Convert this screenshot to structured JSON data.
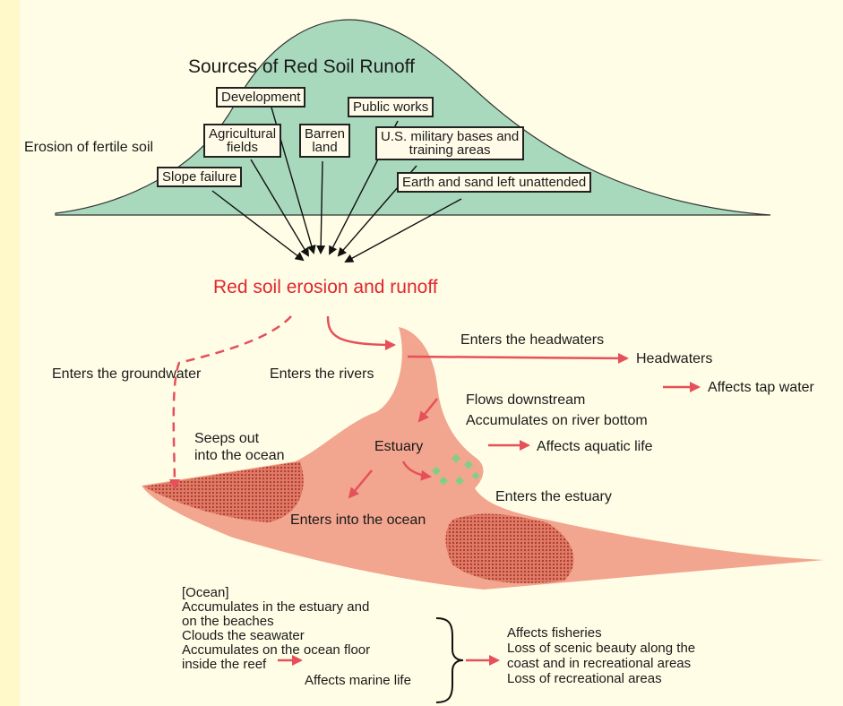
{
  "mountain": {
    "title": "Sources of Red Soil Runoff",
    "side_label": "Erosion of fertile soil",
    "sources": [
      {
        "label": "Development"
      },
      {
        "label": "Agricultural\nfields"
      },
      {
        "label": "Barren\nland"
      },
      {
        "label": "Public works"
      },
      {
        "label": "U.S. military bases and\ntraining areas"
      },
      {
        "label": "Slope failure"
      },
      {
        "label": "Earth and sand left unattended"
      }
    ]
  },
  "center": {
    "heading": "Red soil erosion and runoff"
  },
  "paths": {
    "groundwater": "Enters the groundwater",
    "rivers": "Enters the rivers",
    "headwaters_enter": "Enters the headwaters",
    "headwaters": "Headwaters",
    "tap_water": "Affects tap water",
    "flows_downstream": "Flows downstream",
    "accumulates_bottom": "Accumulates on river bottom",
    "aquatic_life": "Affects aquatic life",
    "seeps_out": "Seeps out\ninto the ocean",
    "estuary": "Estuary",
    "enters_estuary": "Enters the estuary",
    "enters_ocean": "Enters into the ocean"
  },
  "ocean": {
    "heading": "[Ocean]",
    "effects": [
      "Accumulates in the estuary and",
      "on the beaches",
      "Clouds the seawater",
      "Accumulates on the ocean floor",
      "inside the reef"
    ],
    "marine_life": "Affects marine life",
    "consequences": [
      "Affects fisheries",
      "Loss of scenic beauty along the",
      "coast and in recreational areas",
      "Loss of recreational areas"
    ]
  },
  "colors": {
    "mountain_fill": "#a8d9bd",
    "land_fill": "#f2a58f",
    "sediment": "#c24a3a",
    "arrow_red": "#e5505a",
    "background": "#fffde6"
  }
}
